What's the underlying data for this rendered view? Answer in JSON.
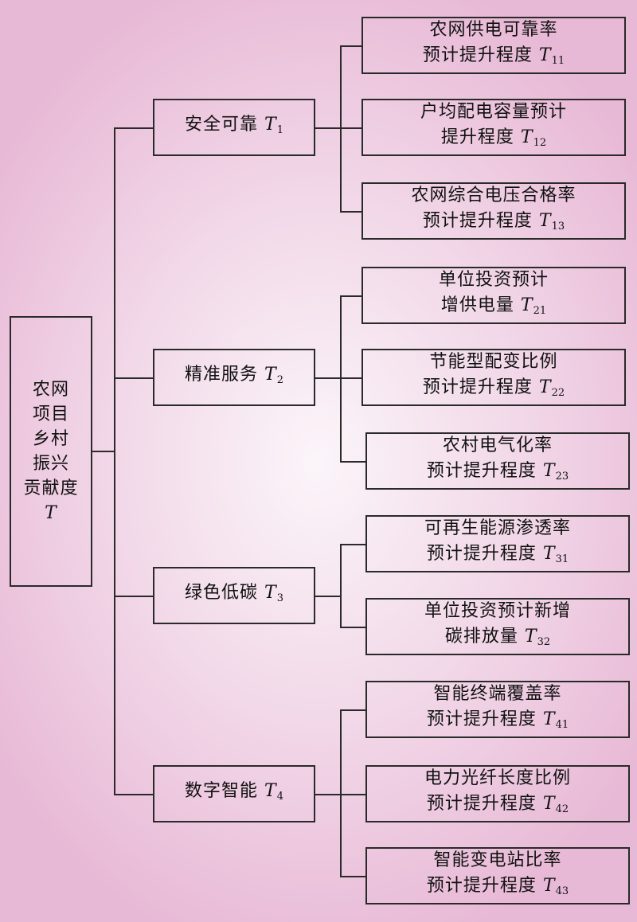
{
  "root": {
    "lines": [
      "农网",
      "项目",
      "乡村",
      "振兴",
      "贡献度"
    ],
    "symbol": "T"
  },
  "groups": [
    {
      "label": "安全可靠",
      "symbol": "T",
      "sub": "1",
      "children": [
        {
          "line1": "农网供电可靠率",
          "line2": "预计提升程度",
          "symbol": "T",
          "sub": "11"
        },
        {
          "line1": "户均配电容量预计",
          "line2": "提升程度",
          "symbol": "T",
          "sub": "12"
        },
        {
          "line1": "农网综合电压合格率",
          "line2": "预计提升程度",
          "symbol": "T",
          "sub": "13"
        }
      ]
    },
    {
      "label": "精准服务",
      "symbol": "T",
      "sub": "2",
      "children": [
        {
          "line1": "单位投资预计",
          "line2": "增供电量",
          "symbol": "T",
          "sub": "21"
        },
        {
          "line1": "节能型配变比例",
          "line2": "预计提升程度",
          "symbol": "T",
          "sub": "22"
        },
        {
          "line1": "农村电气化率",
          "line2": "预计提升程度",
          "symbol": "T",
          "sub": "23"
        }
      ]
    },
    {
      "label": "绿色低碳",
      "symbol": "T",
      "sub": "3",
      "children": [
        {
          "line1": "可再生能源渗透率",
          "line2": "预计提升程度",
          "symbol": "T",
          "sub": "31"
        },
        {
          "line1": "单位投资预计新增",
          "line2": "碳排放量",
          "symbol": "T",
          "sub": "32"
        }
      ]
    },
    {
      "label": "数字智能",
      "symbol": "T",
      "sub": "4",
      "children": [
        {
          "line1": "智能终端覆盖率",
          "line2": "预计提升程度",
          "symbol": "T",
          "sub": "41"
        },
        {
          "line1": "电力光纤长度比例",
          "line2": "预计提升程度",
          "symbol": "T",
          "sub": "42"
        },
        {
          "line1": "智能变电站比率",
          "line2": "预计提升程度",
          "symbol": "T",
          "sub": "43"
        }
      ]
    }
  ]
}
